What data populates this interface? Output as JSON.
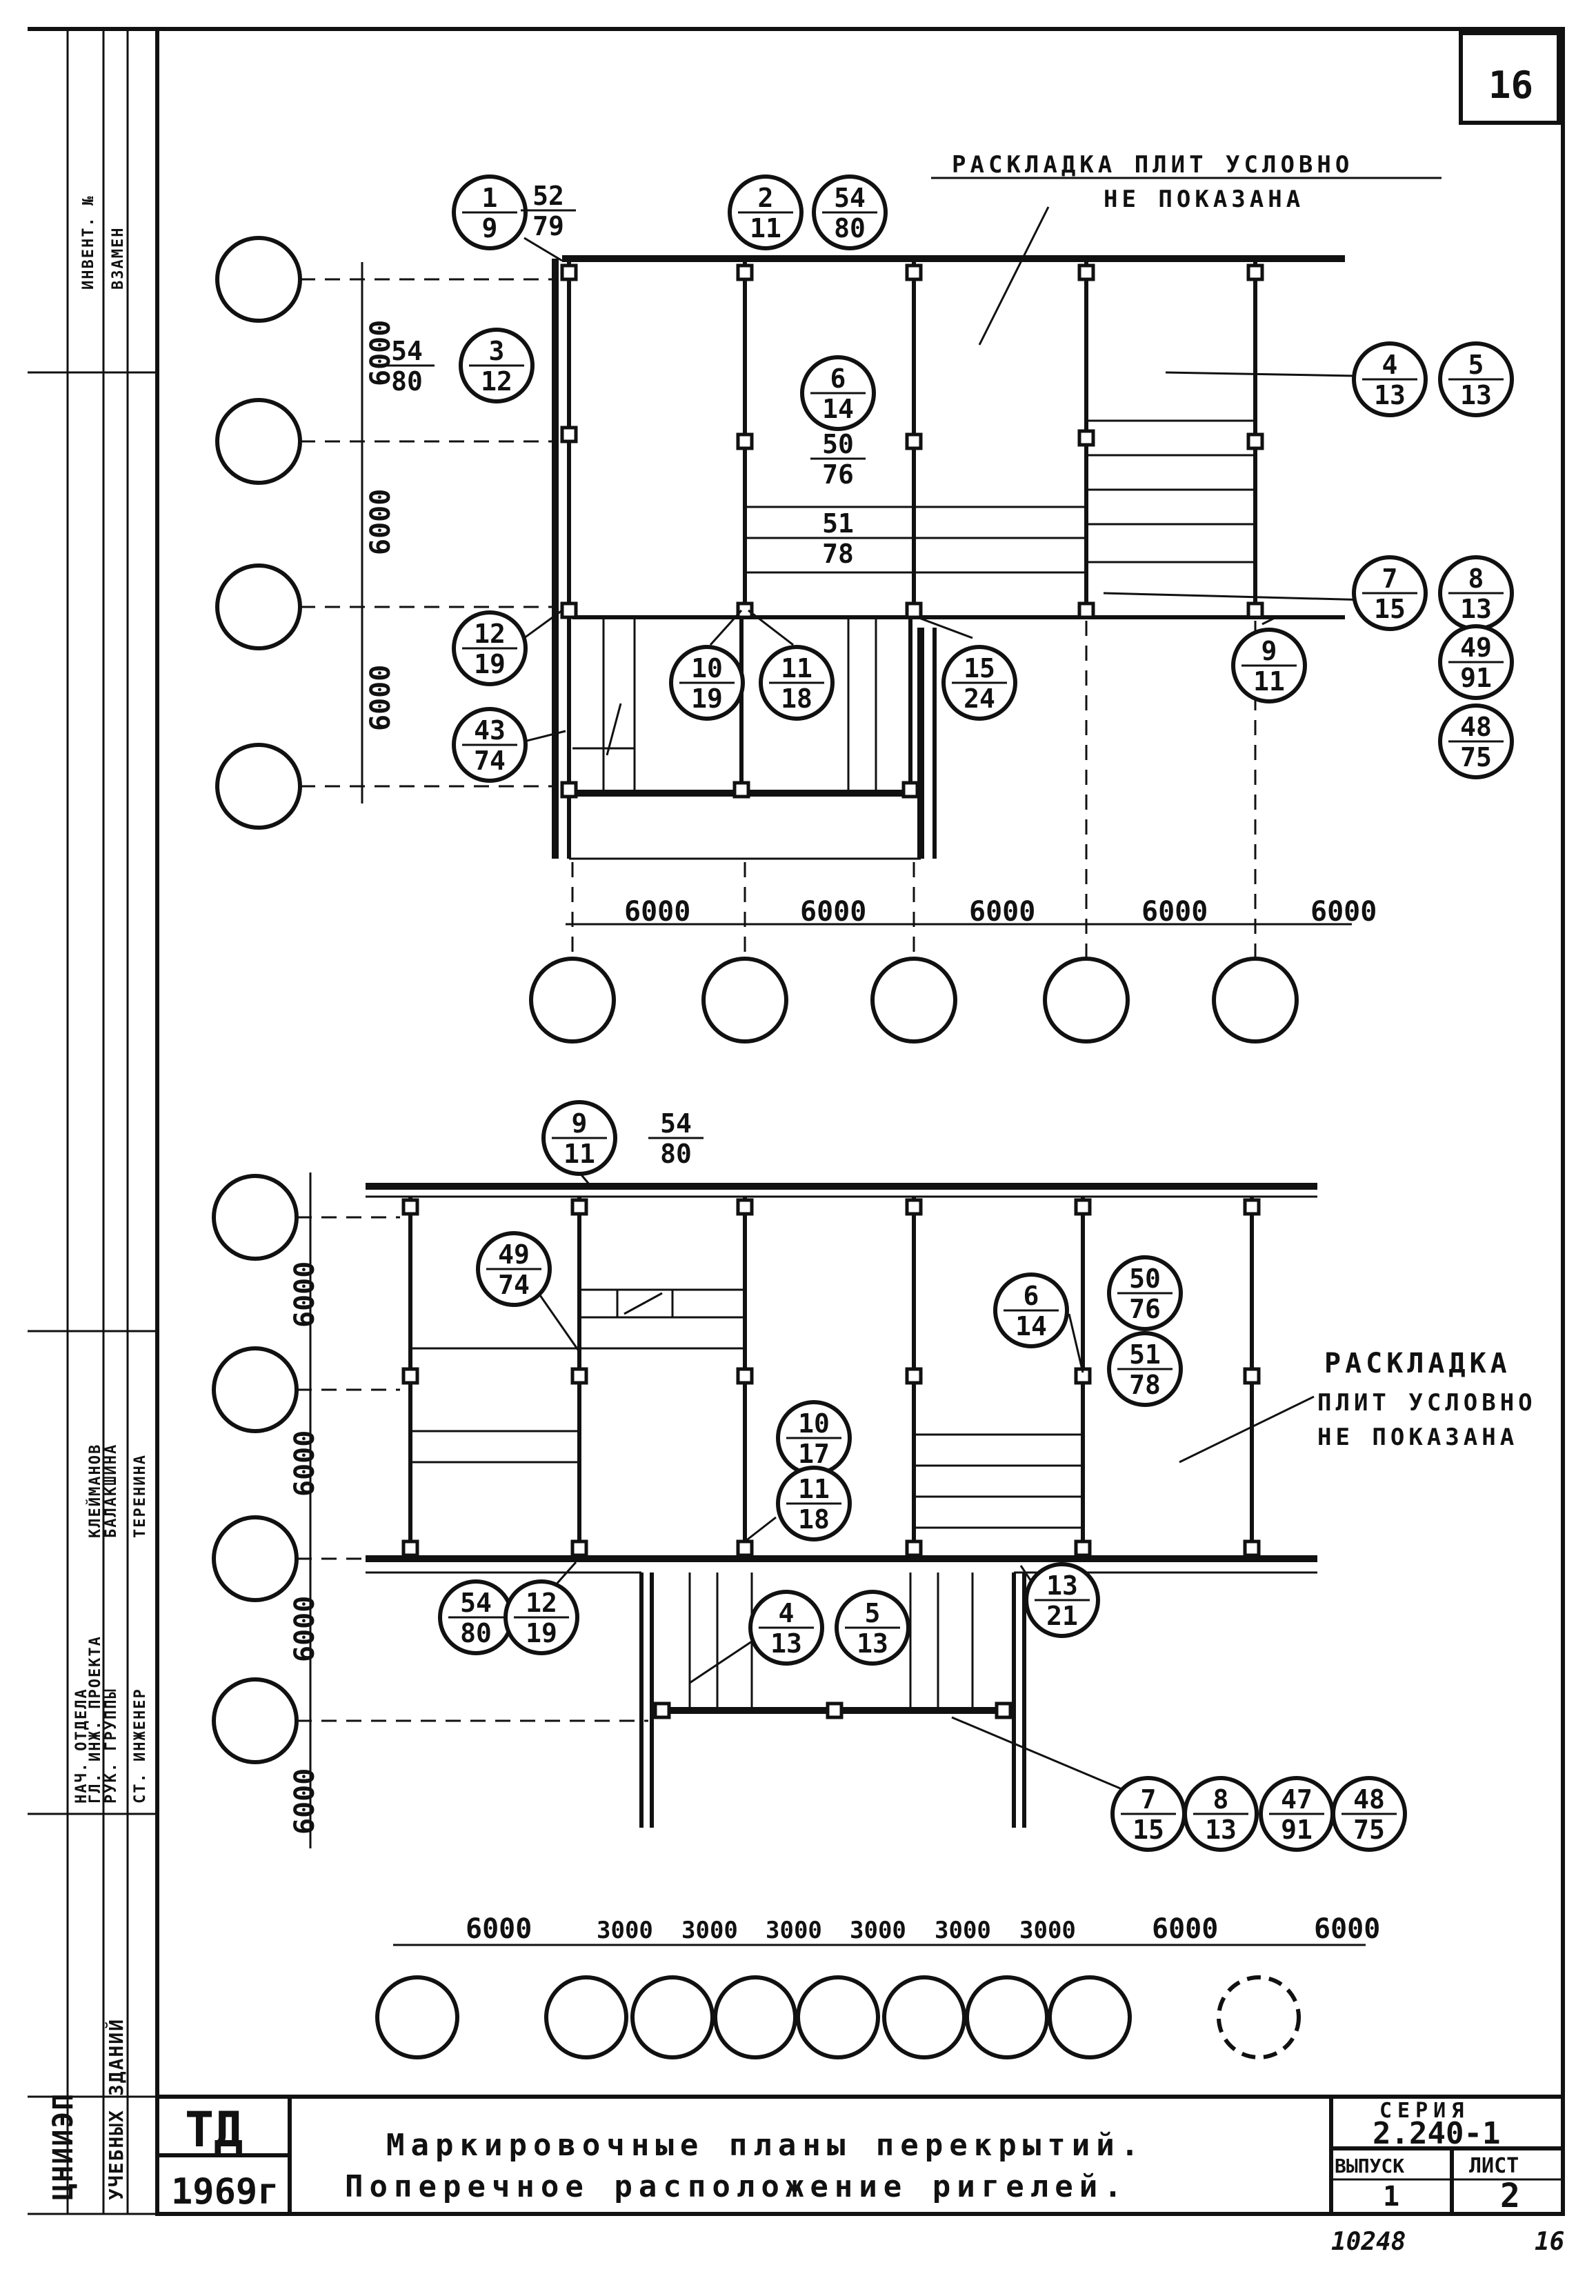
{
  "sheet": {
    "corner_number": "16",
    "stamp_td": "ТД",
    "stamp_year": "1969г",
    "title_line1": "Маркировочные планы перекрытий.",
    "title_line2": "Поперечное расположение ригелей.",
    "series_label": "СЕРИЯ",
    "series_value": "2.240-1",
    "issue_label": "ВЫПУСК",
    "issue_value": "1",
    "sheet_label": "ЛИСТ",
    "sheet_value": "2",
    "inventory_number": "10248",
    "page_number": "16",
    "side_inventory_label": "ИНВЕНТ. №",
    "side_replace_label": "ВЗАМЕН",
    "side_category": "УЧЕБНЫХ ЗДАНИЙ",
    "side_org": "ЦНИИЭП",
    "signatures": [
      {
        "role": "НАЧ. ОТДЕЛА",
        "name": ""
      },
      {
        "role": "ГЛ. ИНЖ. ПРОЕКТА",
        "name": "КЛЕЙМАНОВ"
      },
      {
        "role": "РУК. ГРУППЫ",
        "name": "БАЛАКШИНА"
      },
      {
        "role": "СТ. ИНЖЕНЕР",
        "name": "ТЕРЕНИНА"
      }
    ]
  },
  "plan1": {
    "note_line1": "РАСКЛАДКА ПЛИТ УСЛОВНО",
    "note_line2": "НЕ ПОКАЗАНА",
    "vertical_dims": [
      "6000",
      "6000",
      "6000"
    ],
    "horizontal_dims": [
      "6000",
      "6000",
      "6000",
      "6000",
      "6000"
    ],
    "marks": [
      {
        "top": "1",
        "bottom": "9",
        "circled": true
      },
      {
        "top": "52",
        "bottom": "79",
        "circled": false
      },
      {
        "top": "2",
        "bottom": "11",
        "circled": true
      },
      {
        "top": "54",
        "bottom": "80",
        "circled": true
      },
      {
        "top": "54",
        "bottom": "80",
        "circled": false
      },
      {
        "top": "3",
        "bottom": "12",
        "circled": true
      },
      {
        "top": "6",
        "bottom": "14",
        "circled": true
      },
      {
        "top": "50",
        "bottom": "76",
        "circled": false
      },
      {
        "top": "51",
        "bottom": "78",
        "circled": false
      },
      {
        "top": "4",
        "bottom": "13",
        "circled": true
      },
      {
        "top": "5",
        "bottom": "13",
        "circled": true
      },
      {
        "top": "7",
        "bottom": "15",
        "circled": true
      },
      {
        "top": "8",
        "bottom": "13",
        "circled": true
      },
      {
        "top": "49",
        "bottom": "91",
        "circled": true
      },
      {
        "top": "48",
        "bottom": "75",
        "circled": true
      },
      {
        "top": "12",
        "bottom": "19",
        "circled": true
      },
      {
        "top": "10",
        "bottom": "19",
        "circled": true
      },
      {
        "top": "11",
        "bottom": "18",
        "circled": true
      },
      {
        "top": "15",
        "bottom": "24",
        "circled": true
      },
      {
        "top": "9",
        "bottom": "11",
        "circled": true
      },
      {
        "top": "43",
        "bottom": "74",
        "circled": true
      }
    ]
  },
  "plan2": {
    "note_line1": "РАСКЛАДКА",
    "note_line2": "ПЛИТ УСЛОВНО",
    "note_line3": "НЕ ПОКАЗАНА",
    "vertical_dims": [
      "6000",
      "6000",
      "6000",
      "6000"
    ],
    "horizontal_dims": [
      "6000",
      "3000",
      "3000",
      "3000",
      "3000",
      "3000",
      "3000",
      "6000",
      "6000"
    ],
    "marks": [
      {
        "top": "9",
        "bottom": "11",
        "circled": true
      },
      {
        "top": "54",
        "bottom": "80",
        "circled": false
      },
      {
        "top": "49",
        "bottom": "74",
        "circled": true
      },
      {
        "top": "6",
        "bottom": "14",
        "circled": true
      },
      {
        "top": "50",
        "bottom": "76",
        "circled": true
      },
      {
        "top": "51",
        "bottom": "78",
        "circled": true
      },
      {
        "top": "10",
        "bottom": "17",
        "circled": true
      },
      {
        "top": "11",
        "bottom": "18",
        "circled": true
      },
      {
        "top": "54",
        "bottom": "80",
        "circled": true
      },
      {
        "top": "12",
        "bottom": "19",
        "circled": true
      },
      {
        "top": "4",
        "bottom": "13",
        "circled": true
      },
      {
        "top": "5",
        "bottom": "13",
        "circled": true
      },
      {
        "top": "13",
        "bottom": "21",
        "circled": true
      },
      {
        "top": "7",
        "bottom": "15",
        "circled": true
      },
      {
        "top": "8",
        "bottom": "13",
        "circled": true
      },
      {
        "top": "47",
        "bottom": "91",
        "circled": true
      },
      {
        "top": "48",
        "bottom": "75",
        "circled": true
      }
    ]
  }
}
